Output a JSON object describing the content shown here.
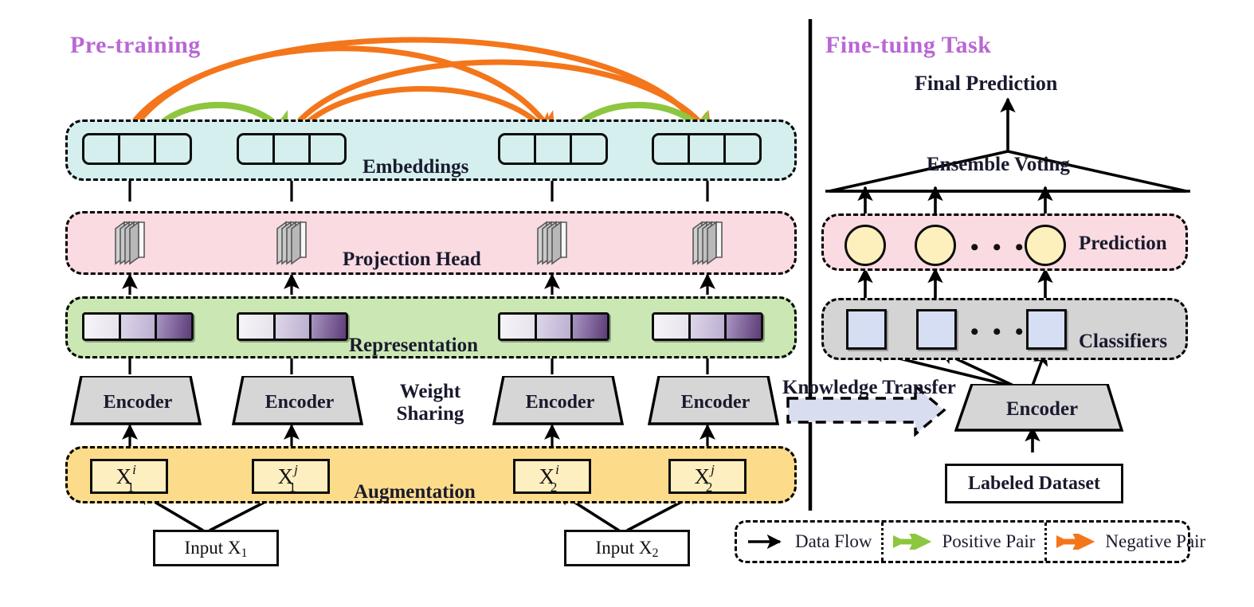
{
  "diagram": {
    "title_left": "Pre-training",
    "title_right": "Fine-tuing Task",
    "accent_purple": "#b967d4",
    "positive_color": "#8dc63f",
    "negative_color": "#f4761b"
  },
  "left_panel": {
    "bands": [
      {
        "key": "embeddings",
        "label": "Embeddings",
        "color": "#d4efee"
      },
      {
        "key": "projection",
        "label": "Projection Head",
        "color": "#fadbe1"
      },
      {
        "key": "representation",
        "label": "Representation",
        "color": "#cbe8b4"
      },
      {
        "key": "augmentation",
        "label": "Augmentation",
        "color": "#fcdc8a"
      }
    ],
    "weight_sharing": {
      "line1": "Weight",
      "line2": "Sharing"
    },
    "encoders": [
      "Encoder",
      "Encoder",
      "Encoder",
      "Encoder"
    ],
    "augmentation_items": [
      {
        "base": "X",
        "sup": "i",
        "sub": "1"
      },
      {
        "base": "X",
        "sup": "j",
        "sub": "1"
      },
      {
        "base": "X",
        "sup": "i",
        "sub": "2"
      },
      {
        "base": "X",
        "sup": "j",
        "sub": "2"
      }
    ],
    "inputs": [
      {
        "text": "Input X",
        "sub": "1"
      },
      {
        "text": "Input X",
        "sub": "2"
      }
    ],
    "embedding_cells_per_box": 3,
    "representation_cells_per_box": 3
  },
  "right_panel": {
    "final_prediction": "Final Prediction",
    "ensemble_voting": "Ensemble Voting",
    "bands": [
      {
        "key": "prediction",
        "label": "Prediction",
        "color": "#fadbe1"
      },
      {
        "key": "classifiers",
        "label": "Classifiers",
        "color": "#d4d4d4"
      }
    ],
    "prediction_nodes": 3,
    "classifier_nodes": 3,
    "ellipsis": "• • •",
    "knowledge_transfer": "Knowledge Transfer",
    "encoder": "Encoder",
    "labeled_dataset": "Labeled Dataset"
  },
  "legend": {
    "items": [
      {
        "label": "Data Flow",
        "arrow": "single",
        "color": "#000000"
      },
      {
        "label": "Positive Pair",
        "arrow": "double",
        "color": "#8dc63f"
      },
      {
        "label": "Negative Pair",
        "arrow": "double",
        "color": "#f4761b"
      }
    ]
  }
}
